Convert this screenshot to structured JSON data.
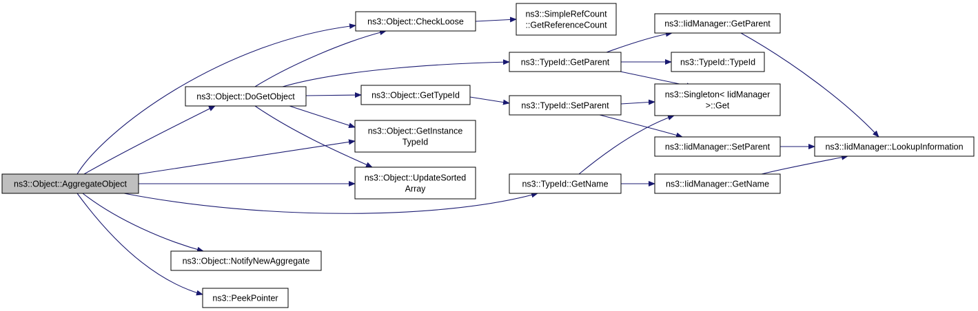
{
  "colors": {
    "edge": "#191970",
    "node_border": "#000000",
    "node_fill": "#ffffff",
    "root_fill": "#bfbfbf",
    "text": "#000000"
  },
  "nodes": {
    "aggregate_object": {
      "lines": [
        "ns3::Object::AggregateObject"
      ]
    },
    "do_get_object": {
      "lines": [
        "ns3::Object::DoGetObject"
      ]
    },
    "notify_new_aggregate": {
      "lines": [
        "ns3::Object::NotifyNewAggregate"
      ]
    },
    "peek_pointer": {
      "lines": [
        "ns3::PeekPointer"
      ]
    },
    "check_loose": {
      "lines": [
        "ns3::Object::CheckLoose"
      ]
    },
    "get_type_id": {
      "lines": [
        "ns3::Object::GetTypeId"
      ]
    },
    "get_instance_type_id": {
      "lines": [
        "ns3::Object::GetInstance",
        "TypeId"
      ]
    },
    "update_sorted_array": {
      "lines": [
        "ns3::Object::UpdateSorted",
        "Array"
      ]
    },
    "simple_ref_count": {
      "lines": [
        "ns3::SimpleRefCount",
        "::GetReferenceCount"
      ]
    },
    "typeid_get_parent": {
      "lines": [
        "ns3::TypeId::GetParent"
      ]
    },
    "typeid_set_parent": {
      "lines": [
        "ns3::TypeId::SetParent"
      ]
    },
    "typeid_get_name": {
      "lines": [
        "ns3::TypeId::GetName"
      ]
    },
    "iid_get_parent": {
      "lines": [
        "ns3::IidManager::GetParent"
      ]
    },
    "typeid_typeid": {
      "lines": [
        "ns3::TypeId::TypeId"
      ]
    },
    "singleton_get": {
      "lines": [
        "ns3::Singleton< IidManager",
        ">::Get"
      ]
    },
    "iid_set_parent": {
      "lines": [
        "ns3::IidManager::SetParent"
      ]
    },
    "iid_get_name": {
      "lines": [
        "ns3::IidManager::GetName"
      ]
    },
    "iid_lookup": {
      "lines": [
        "ns3::IidManager::LookupInformation"
      ]
    }
  },
  "edges": [
    [
      "aggregate_object",
      "check_loose"
    ],
    [
      "aggregate_object",
      "do_get_object"
    ],
    [
      "aggregate_object",
      "get_instance_type_id"
    ],
    [
      "aggregate_object",
      "update_sorted_array"
    ],
    [
      "aggregate_object",
      "typeid_get_name"
    ],
    [
      "aggregate_object",
      "notify_new_aggregate"
    ],
    [
      "aggregate_object",
      "peek_pointer"
    ],
    [
      "do_get_object",
      "check_loose"
    ],
    [
      "do_get_object",
      "typeid_get_parent"
    ],
    [
      "do_get_object",
      "get_type_id"
    ],
    [
      "do_get_object",
      "get_instance_type_id"
    ],
    [
      "do_get_object",
      "update_sorted_array"
    ],
    [
      "check_loose",
      "simple_ref_count"
    ],
    [
      "get_type_id",
      "typeid_set_parent"
    ],
    [
      "typeid_get_parent",
      "iid_get_parent"
    ],
    [
      "typeid_get_parent",
      "typeid_typeid"
    ],
    [
      "typeid_get_parent",
      "singleton_get"
    ],
    [
      "typeid_set_parent",
      "singleton_get"
    ],
    [
      "typeid_set_parent",
      "iid_set_parent"
    ],
    [
      "typeid_get_name",
      "singleton_get"
    ],
    [
      "typeid_get_name",
      "iid_get_name"
    ],
    [
      "iid_get_parent",
      "iid_lookup"
    ],
    [
      "iid_set_parent",
      "iid_lookup"
    ],
    [
      "iid_get_name",
      "iid_lookup"
    ]
  ]
}
